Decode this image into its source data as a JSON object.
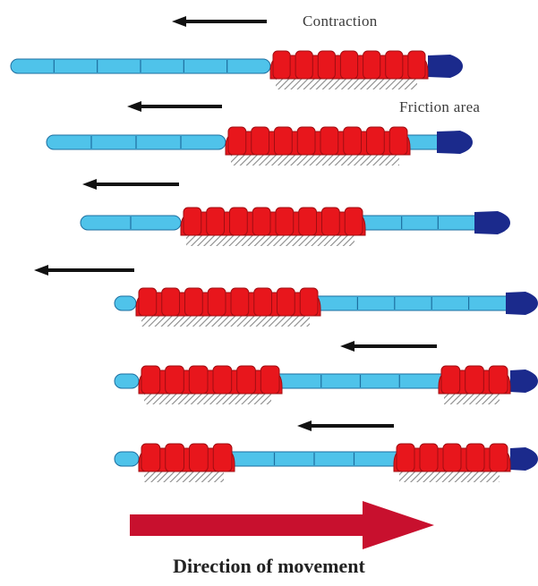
{
  "labels": {
    "contraction": "Contraction",
    "friction_area": "Friction area",
    "direction": "Direction of movement"
  },
  "colors": {
    "body_segment": "#4fc3ea",
    "contracted_segment": "#e8161c",
    "head": "#1b2a8c",
    "friction_shadow": "#9a9a9a",
    "direction_arrow": "#c8102e",
    "small_arrow": "#111111",
    "outline": "#1e6fa0"
  }
}
